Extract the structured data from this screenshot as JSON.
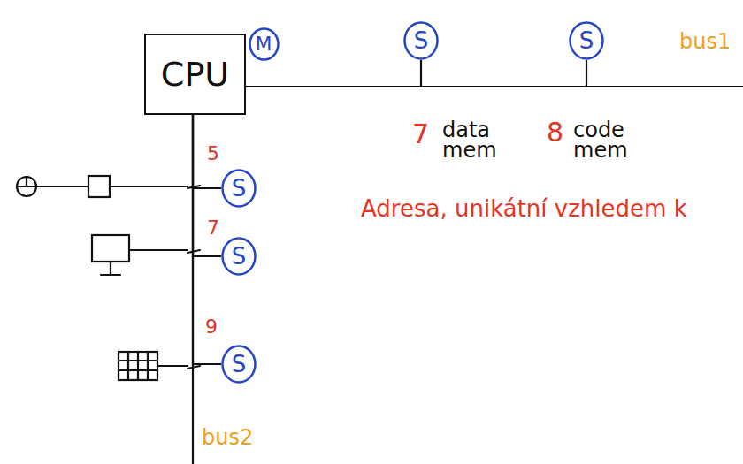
{
  "diagram": {
    "nodes": [
      {
        "text": [
          "CPU"
        ]
      },
      {
        "text": [
          "M"
        ]
      },
      {
        "text": [
          "S"
        ]
      },
      {
        "text": [
          "S"
        ]
      },
      {
        "text": [
          "S"
        ]
      },
      {
        "text": [
          "S"
        ]
      },
      {
        "text": [
          "S"
        ]
      }
    ],
    "edges": [
      {
        "from": 0,
        "to": 2,
        "arrow": "none"
      },
      {
        "from": 0,
        "to": 3,
        "arrow": "none"
      },
      {
        "from": 0,
        "to": 4,
        "arrow": "none"
      },
      {
        "from": 0,
        "to": 5,
        "arrow": "none"
      },
      {
        "from": 0,
        "to": 6,
        "arrow": "none"
      }
    ],
    "labels": [
      "7",
      "data mem",
      "8",
      "code mem",
      "bus1",
      "Adresa, unikátní vzhledem k",
      "5",
      "7",
      "9",
      "bus2"
    ]
  }
}
